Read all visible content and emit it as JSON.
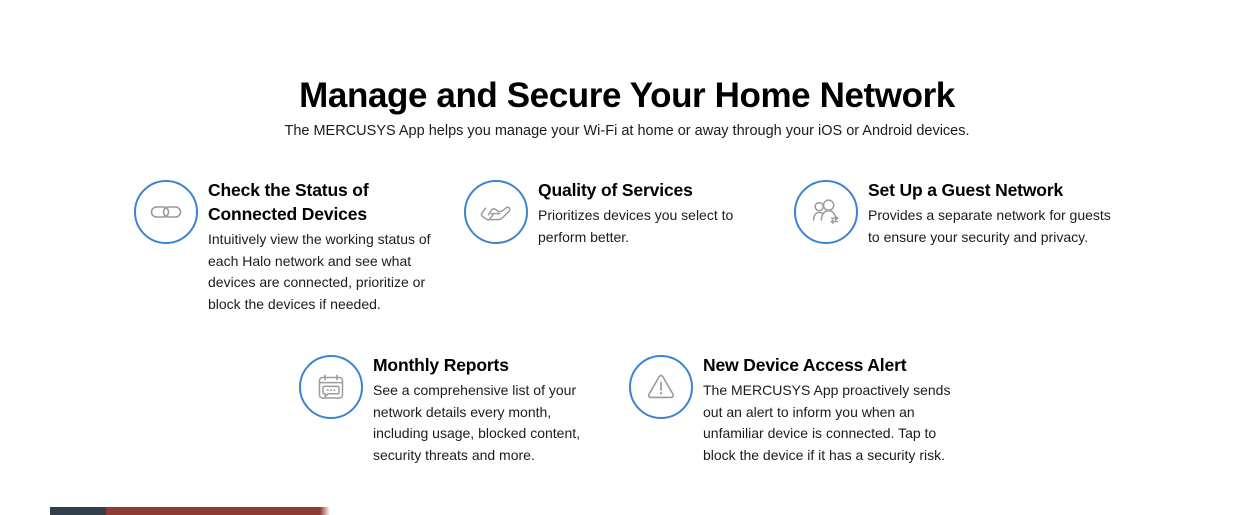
{
  "header": {
    "title": "Manage and Secure Your Home Network",
    "subtitle": "The MERCUSYS App helps you manage your Wi-Fi at home or away through your iOS or Android devices."
  },
  "colors": {
    "icon_circle_border": "#3f82d2",
    "icon_glyph": "#9b9b9b",
    "heading_text": "#000000",
    "body_text": "#1c1c1c",
    "background": "#ffffff",
    "strip_dark": "#333f4b",
    "strip_red": "#8d3b35"
  },
  "features": [
    {
      "id": "connected-devices",
      "icon": "chain-link-icon",
      "title": "Check the Status of Connected Devices",
      "description": "Intuitively view the working status of each Halo network and see what devices are connected, prioritize or block the devices if needed."
    },
    {
      "id": "quality-of-services",
      "icon": "open-hand-icon",
      "title": "Quality of Services",
      "description": "Prioritizes devices you select to perform better."
    },
    {
      "id": "guest-network",
      "icon": "two-people-exchange-icon",
      "title": "Set Up a Guest Network",
      "description": "Provides a separate network for guests to ensure your security and privacy."
    },
    {
      "id": "monthly-reports",
      "icon": "calendar-speech-bubble-icon",
      "title": "Monthly Reports",
      "description": "See a comprehensive list of your network details every month, including usage, blocked content, security threats and more."
    },
    {
      "id": "new-device-alert",
      "icon": "warning-triangle-icon",
      "title": "New Device Access Alert",
      "description": "The MERCUSYS App proactively sends out an alert to inform you when an unfamiliar device is connected. Tap to block the device if it has a security risk."
    }
  ]
}
